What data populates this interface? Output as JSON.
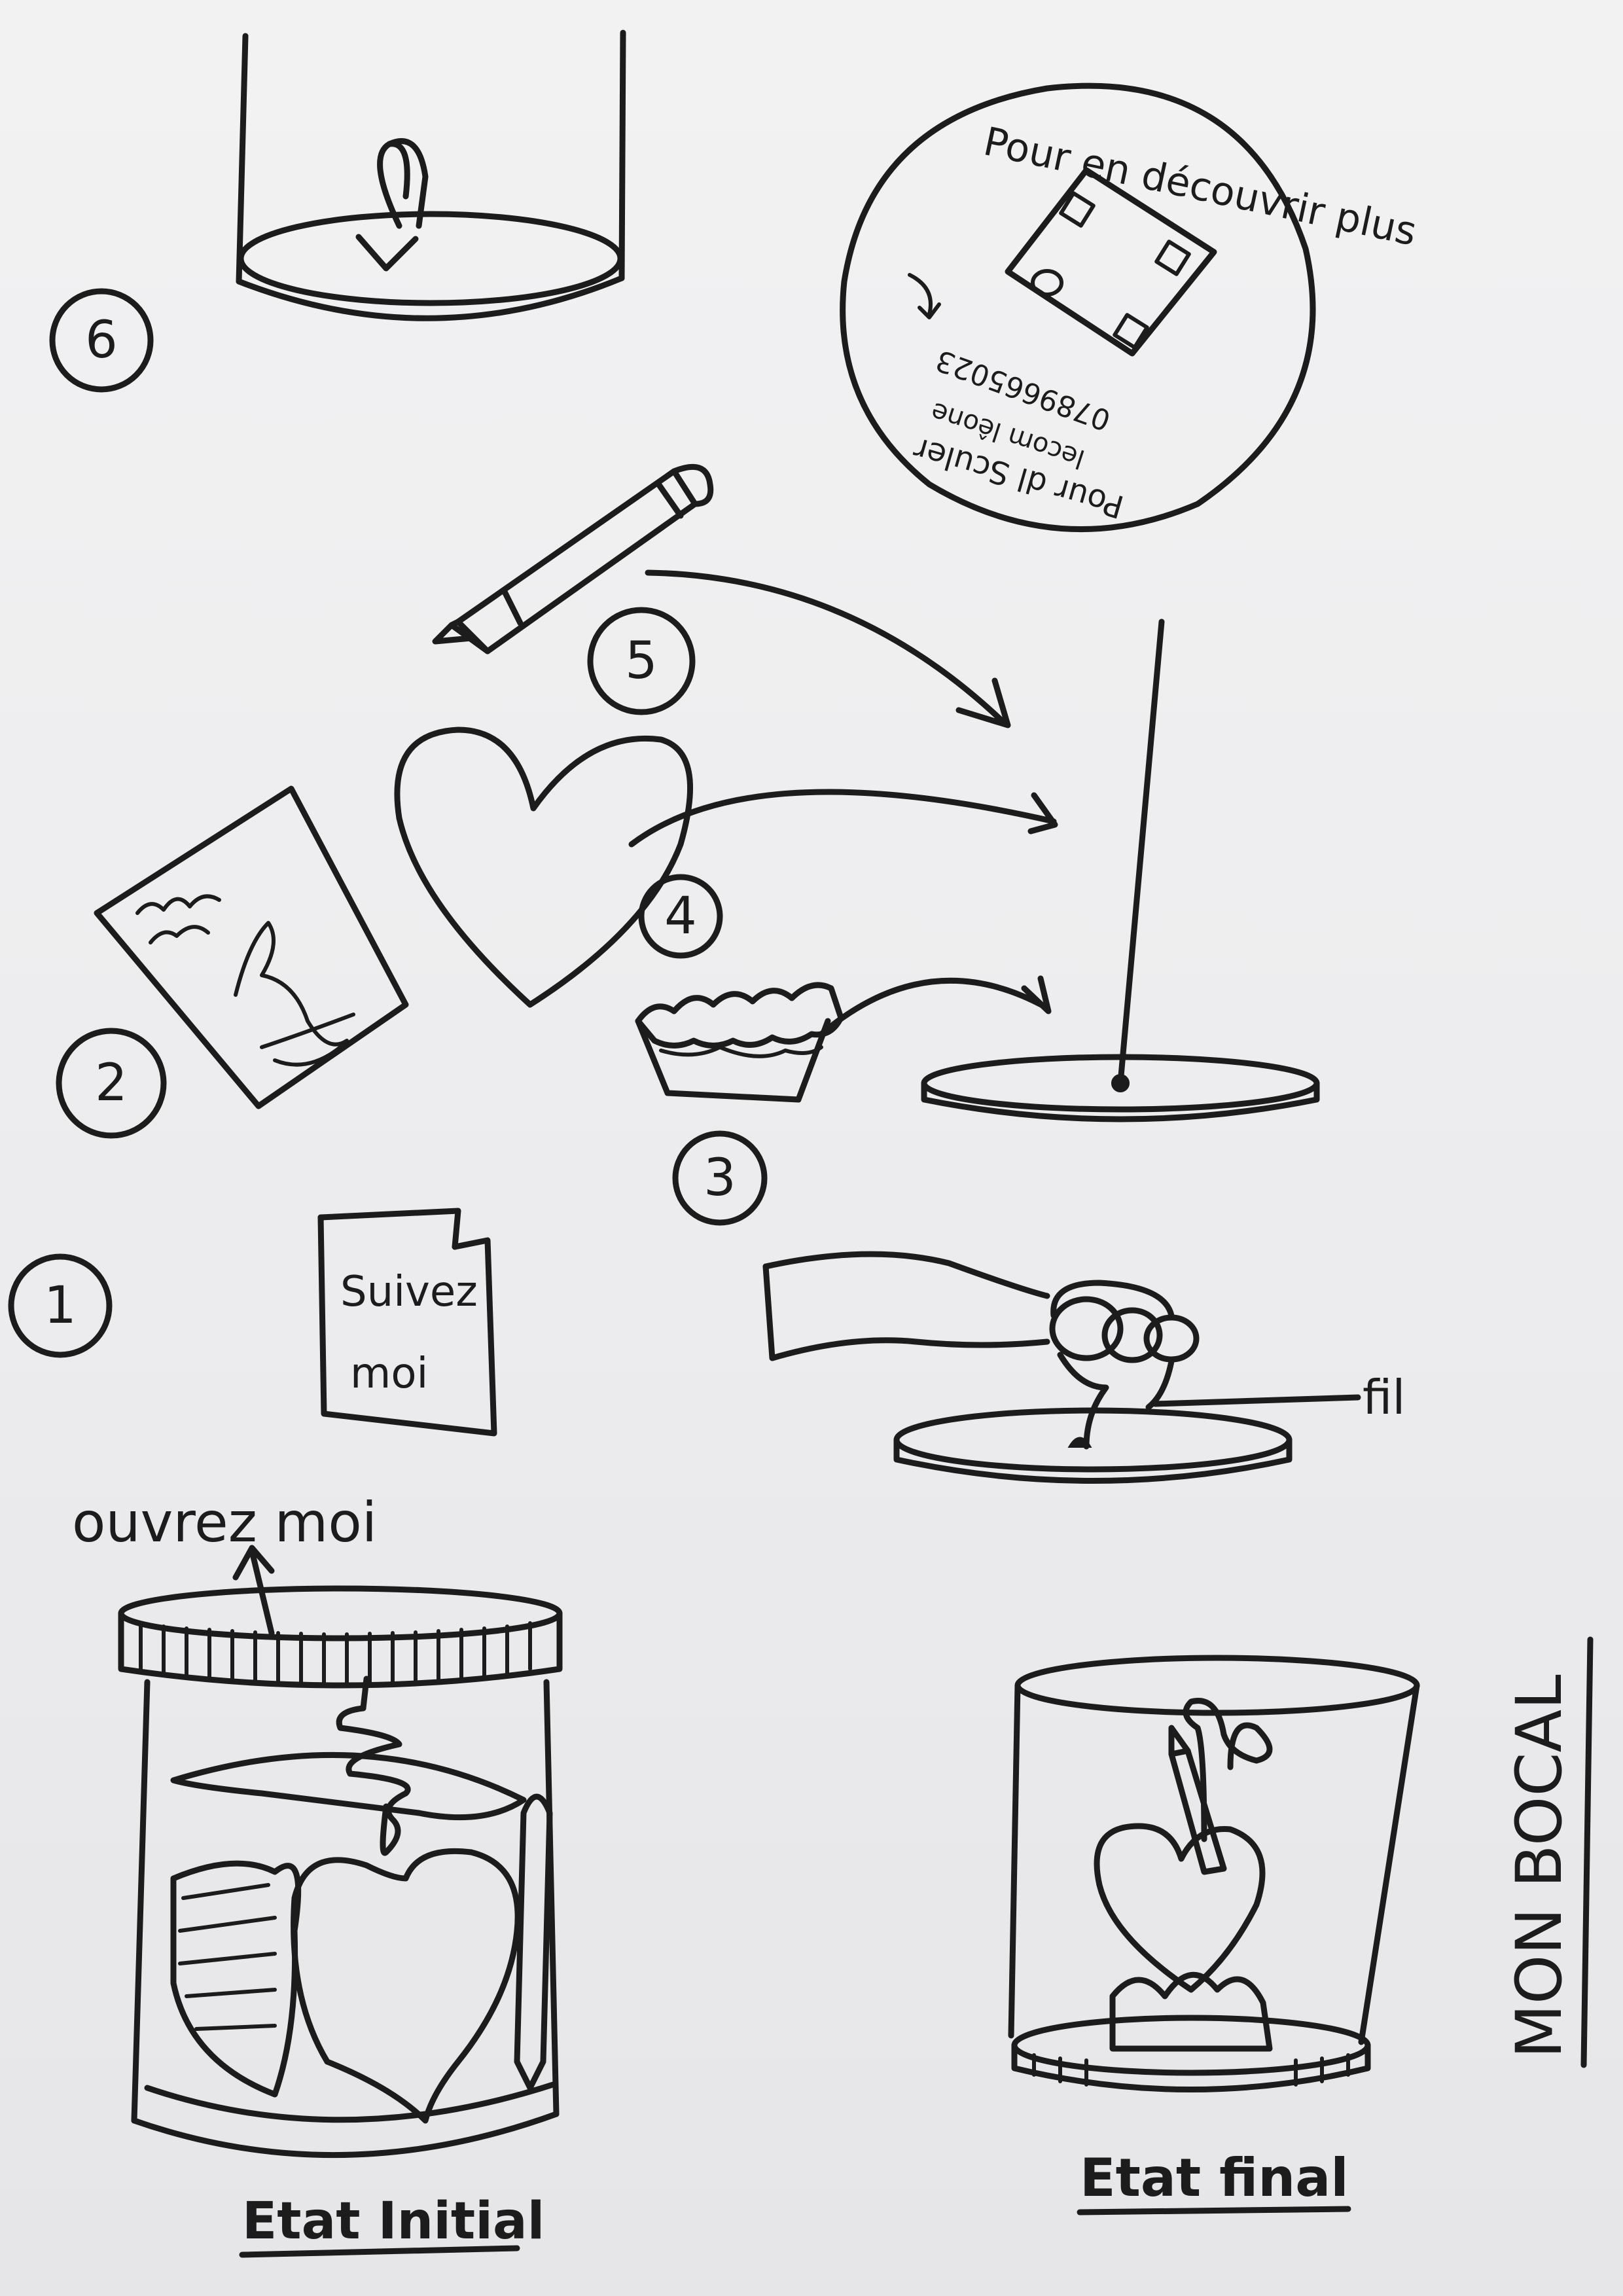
{
  "title": "MON BOCAL",
  "steps": [
    "1",
    "2",
    "3",
    "4",
    "5",
    "6"
  ],
  "card_text_line1": "Suivez",
  "card_text_line2": "moi",
  "lid_label": "ouvrez moi",
  "thread_label": "fil",
  "disc_top_text": "Pour en découvrir plus",
  "disc_bottom_text": "Pour dl Sculer",
  "disc_contact_line1": "lecom lêone",
  "disc_contact_line2": "0789665023",
  "caption_initial": "Etat Initial",
  "caption_final": "Etat final",
  "colors": {
    "ink": "#1c1c1c",
    "paper": "#efeff0"
  }
}
